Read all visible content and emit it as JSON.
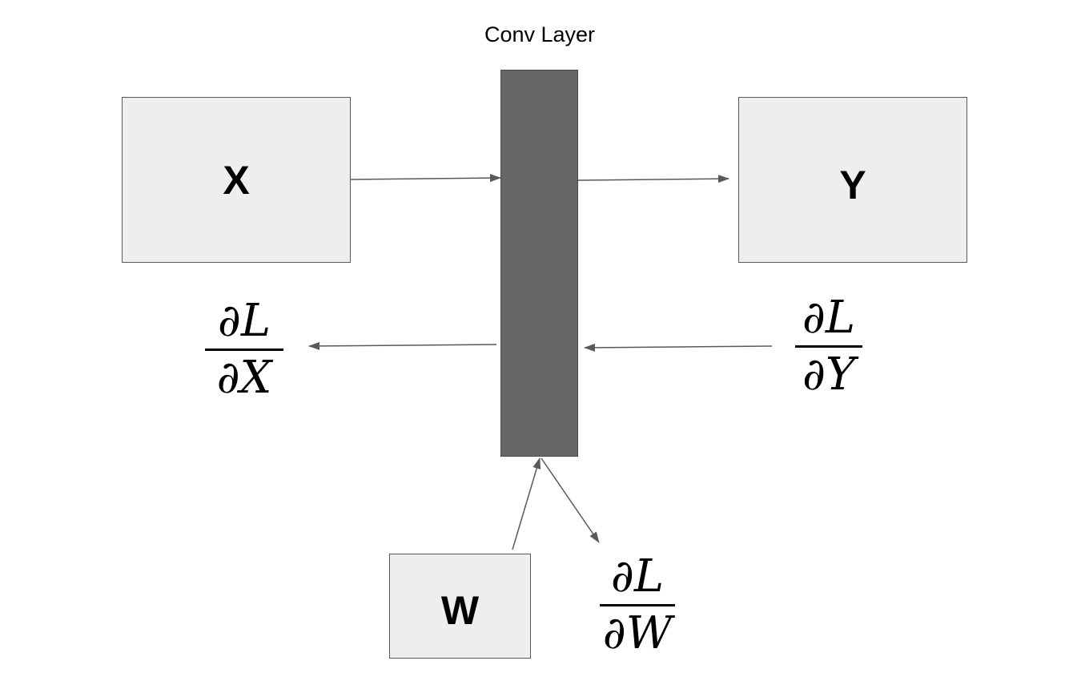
{
  "diagram": {
    "conv_layer_title": "Conv Layer",
    "input_box": {
      "label": "X"
    },
    "output_box": {
      "label": "Y"
    },
    "weight_box": {
      "label": "W"
    },
    "grad_input": {
      "numerator": "∂L",
      "denominator": "∂X"
    },
    "grad_output": {
      "numerator": "∂L",
      "denominator": "∂Y"
    },
    "grad_weight": {
      "numerator": "∂L",
      "denominator": "∂W"
    },
    "colors": {
      "box_fill": "#eeeeee",
      "box_border": "#595959",
      "layer_fill": "#666666",
      "arrow": "#595959",
      "text": "#000000"
    }
  }
}
